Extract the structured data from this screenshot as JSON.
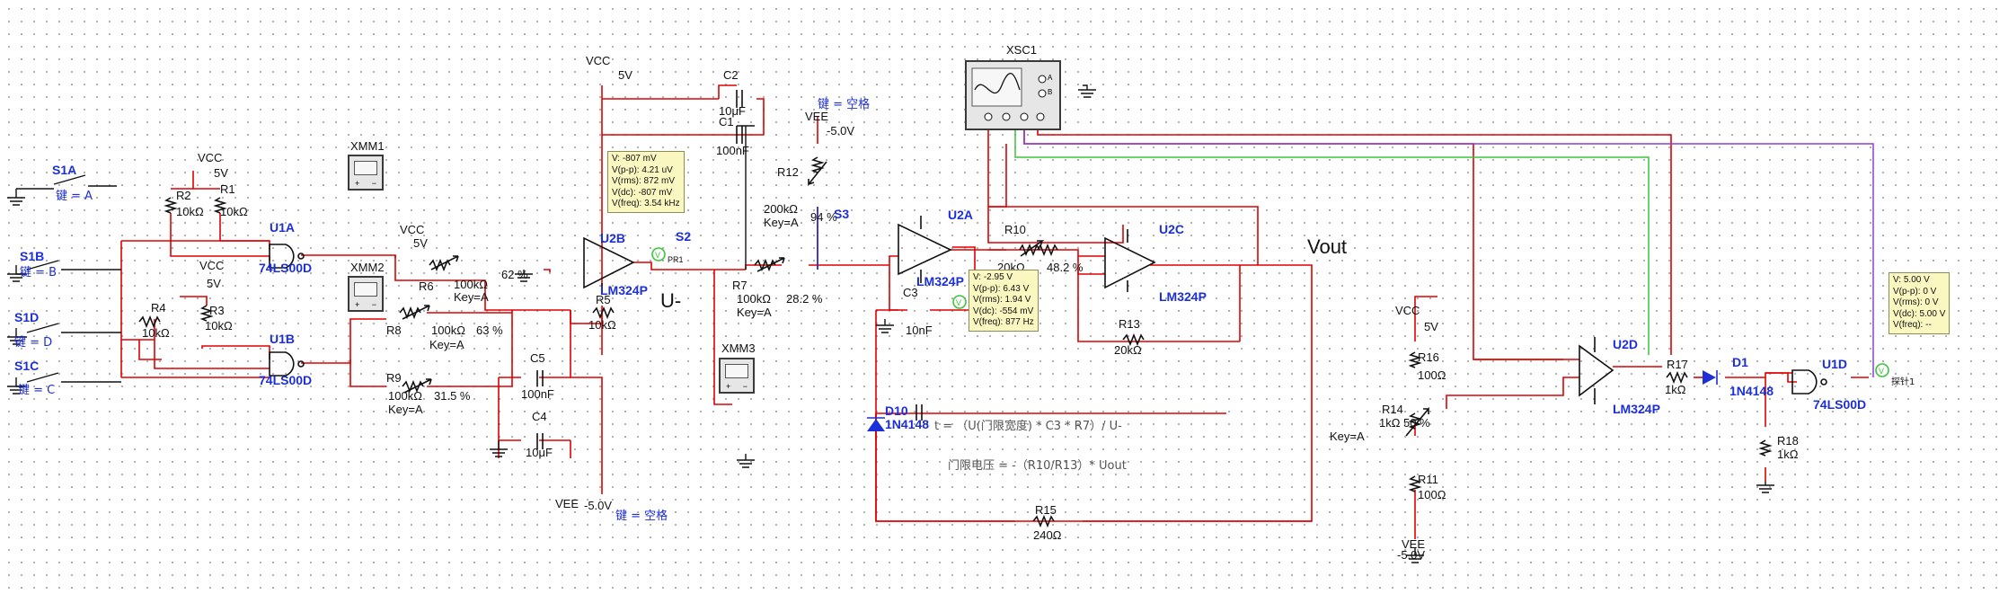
{
  "labels": {
    "vcc1": "VCC",
    "v5_1": "5V",
    "vcc2": "VCC",
    "v5_2": "5V",
    "vcc3": "VCC",
    "v5_3": "5V",
    "vcc4": "VCC",
    "v5_4": "5V",
    "vcc5": "VCC",
    "v5_5": "5V",
    "vee1": "VEE",
    "vee1v": "-5.0V",
    "vee2": "VEE",
    "vee2v": "-5.0V",
    "vee3": "VEE",
    "vee3v": "-5.0V",
    "s1a": "S1A",
    "s1a_key": "键 = A",
    "s1b": "S1B",
    "s1b_key": "键 = B",
    "s1d": "S1D",
    "s1d_key": "键 = D",
    "s1c": "S1C",
    "s1c_key": "键 = C",
    "r1": "R1",
    "r1v": "10kΩ",
    "r2": "R2",
    "r2v": "10kΩ",
    "r3": "R3",
    "r3v": "10kΩ",
    "r4": "R4",
    "r4v": "10kΩ",
    "u1a": "U1A",
    "u1a_part": "74LS00D",
    "u1b": "U1B",
    "u1b_part": "74LS00D",
    "xmm1": "XMM1",
    "xmm2": "XMM2",
    "xmm3": "XMM3",
    "r6": "R6",
    "r6v": "100kΩ",
    "r6k": "Key=A",
    "r6p": "62 %",
    "r8": "R8",
    "r8v": "100kΩ",
    "r8k": "Key=A",
    "r8p": "63 %",
    "r9": "R9",
    "r9v": "100kΩ",
    "r9p": "31.5 %",
    "r9k": "Key=A",
    "u2b": "U2B",
    "u2b_part": "LM324P",
    "r5": "R5",
    "r5v": "10kΩ",
    "c5": "C5",
    "c5v": "100nF",
    "c4": "C4",
    "c4v": "10μF",
    "c2": "C2",
    "c2v": "10μF",
    "c1": "C1",
    "c1v": "100nF",
    "s2": "S2",
    "pr1": "PR1",
    "uminus": "U-",
    "r7": "R7",
    "r7v": "100kΩ",
    "r7k": "Key=A",
    "r7p": "28.2 %",
    "r12": "R12",
    "r12v": "200kΩ",
    "r12k": "Key=A",
    "r12p": "94 %",
    "s3": "S3",
    "key_space": "键 = 空格",
    "u2a": "U2A",
    "u2a_part": "LM324P",
    "c3": "C3",
    "c3v": "10nF",
    "xsc1": "XSC1",
    "r10": "R10",
    "r10v": "20kΩ",
    "r10p": "48.2 %",
    "u2c": "U2C",
    "u2c_part": "LM324P",
    "r13": "R13",
    "r13v": "20kΩ",
    "vout": "Vout",
    "d10": "D10",
    "d10_part": "1N4148",
    "formula1": "t = （U(门限宽度) * C3 * R7）/ U-",
    "formula2": "门限电压 = -（R10/R13）* Uout",
    "r15": "R15",
    "r15v": "240Ω",
    "r16": "R16",
    "r16v": "100Ω",
    "r14": "R14",
    "r14v": "1kΩ",
    "r14p": "50 %",
    "r14k": "Key=A",
    "r11": "R11",
    "r11v": "100Ω",
    "u2d": "U2D",
    "u2d_part": "LM324P",
    "r17": "R17",
    "r17v": "1kΩ",
    "d1": "D1",
    "d1_part": "1N4148",
    "u1d": "U1D",
    "u1d_part": "74LS00D",
    "r18": "R18",
    "r18v": "1kΩ",
    "probe1": "探针1",
    "pin_plus": "+",
    "pin_minus": "−",
    "pin_a": "A",
    "pin_b": "B"
  },
  "probes": {
    "p1": {
      "v": "V: -807 mV",
      "vpp": "V(p-p): 4.21 uV",
      "vrms": "V(rms): 872 mV",
      "vdc": "V(dc): -807 mV",
      "vfreq": "V(freq): 3.54 kHz"
    },
    "p2": {
      "v": "V: -2.95 V",
      "vpp": "V(p-p): 6.43 V",
      "vrms": "V(rms): 1.94 V",
      "vdc": "V(dc): -554 mV",
      "vfreq": "V(freq): 877 Hz"
    },
    "p3": {
      "v": "V: 5.00 V",
      "vpp": "V(p-p): 0 V",
      "vrms": "V(rms): 0 V",
      "vdc": "V(dc): 5.00 V",
      "vfreq": "V(freq): --"
    }
  },
  "icons": [
    "ground-icon",
    "resistor-icon",
    "potentiometer-icon",
    "capacitor-icon",
    "opamp-icon",
    "nand-gate-icon",
    "diode-icon",
    "switch-icon",
    "multimeter-icon",
    "oscilloscope-icon",
    "probe-icon"
  ],
  "colors": {
    "wire": "#e00000",
    "component": "#111111",
    "label_blue": "#1c2fd8",
    "probe_bg": "#fbf7c0",
    "scope_green": "#3cc43c",
    "scope_purple": "#8b3fd6"
  }
}
